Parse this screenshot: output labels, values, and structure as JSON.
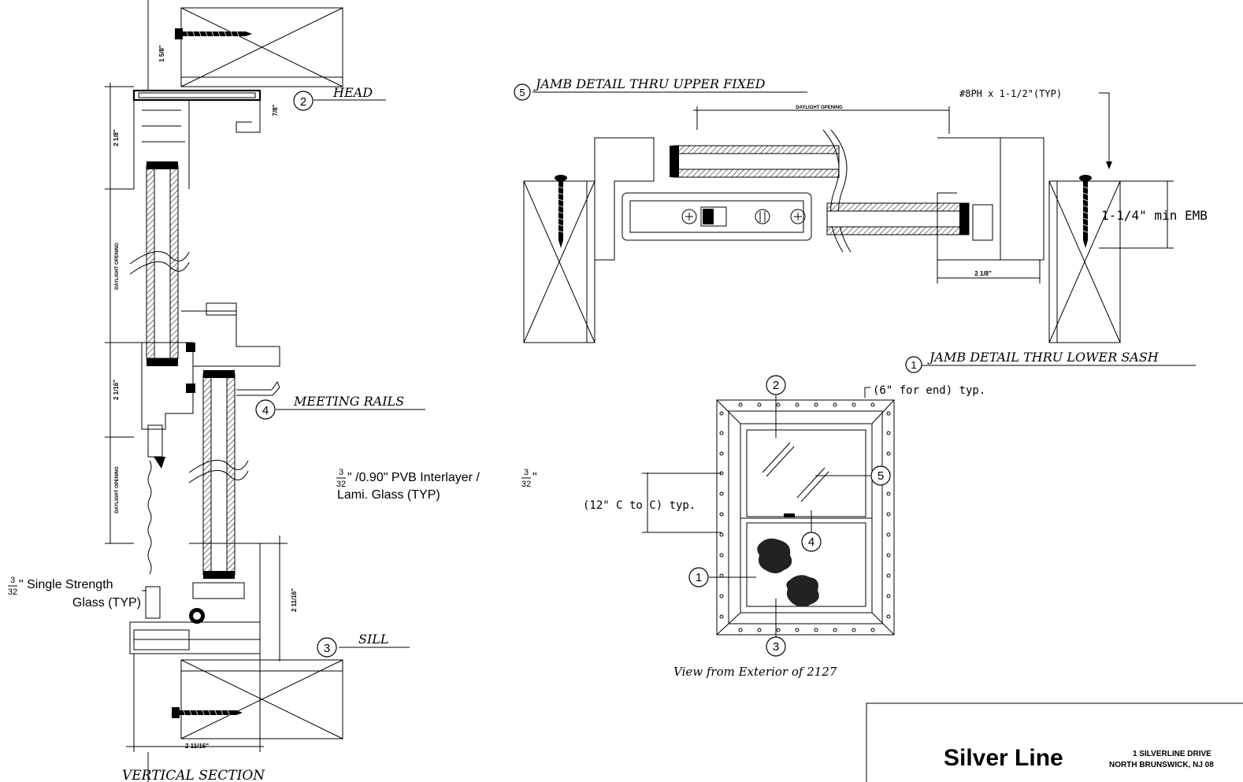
{
  "vertical_section": {
    "title": "VERTICAL SECTION",
    "labels": {
      "head": "HEAD",
      "meeting_rails": "MEETING RAILS",
      "sill": "SILL"
    },
    "callouts": {
      "head": "2",
      "meeting_rails": "4",
      "sill": "3"
    },
    "dimensions": {
      "top_block": "1 5/8\"",
      "head_frame": "2 1/8\"",
      "head_depth": "7/8\"",
      "daylight_upper": "DAYLIGHT OPENING",
      "meeting": "2 1/16\"",
      "daylight_lower": "DAYLIGHT OPENING",
      "sill_height": "2 11/16\"",
      "bottom_width": "2 11/16\""
    },
    "notes": {
      "single_strength": {
        "frac_num": "3",
        "frac_den": "32",
        "line1": "\" Single Strength",
        "line2": "Glass (TYP)"
      },
      "laminated": {
        "frac_num": "3",
        "frac_den": "32",
        "line1_mid": "\" /0.90\" PVB Interlayer /",
        "frac2_num": "3",
        "frac2_den": "32",
        "line1_end": "\"",
        "line2": "Lami. Glass (TYP)"
      }
    }
  },
  "jamb_detail": {
    "title_upper": "JAMB DETAIL THRU UPPER FIXED",
    "callout_upper": "5",
    "title_lower": "JAMB DETAIL THRU LOWER SASH",
    "callout_lower": "1",
    "daylight": "DAYLIGHT OPENING",
    "screw_note": "#8PH x 1-1/2\"(TYP)",
    "emb_note": "1-1/4\" min EMB",
    "width_dim": "2 1/8\""
  },
  "elevation": {
    "caption": "View from Exterior of 2127",
    "end_note": "(6\" for end) typ.",
    "spacing_note": "(12\" C to C) typ.",
    "callouts": [
      "2",
      "5",
      "4",
      "1",
      "3"
    ]
  },
  "title_block": {
    "company": "Silver Line",
    "address_line1": "1 SILVERLINE DRIVE",
    "address_line2": "NORTH BRUNSWICK, NJ 08"
  }
}
